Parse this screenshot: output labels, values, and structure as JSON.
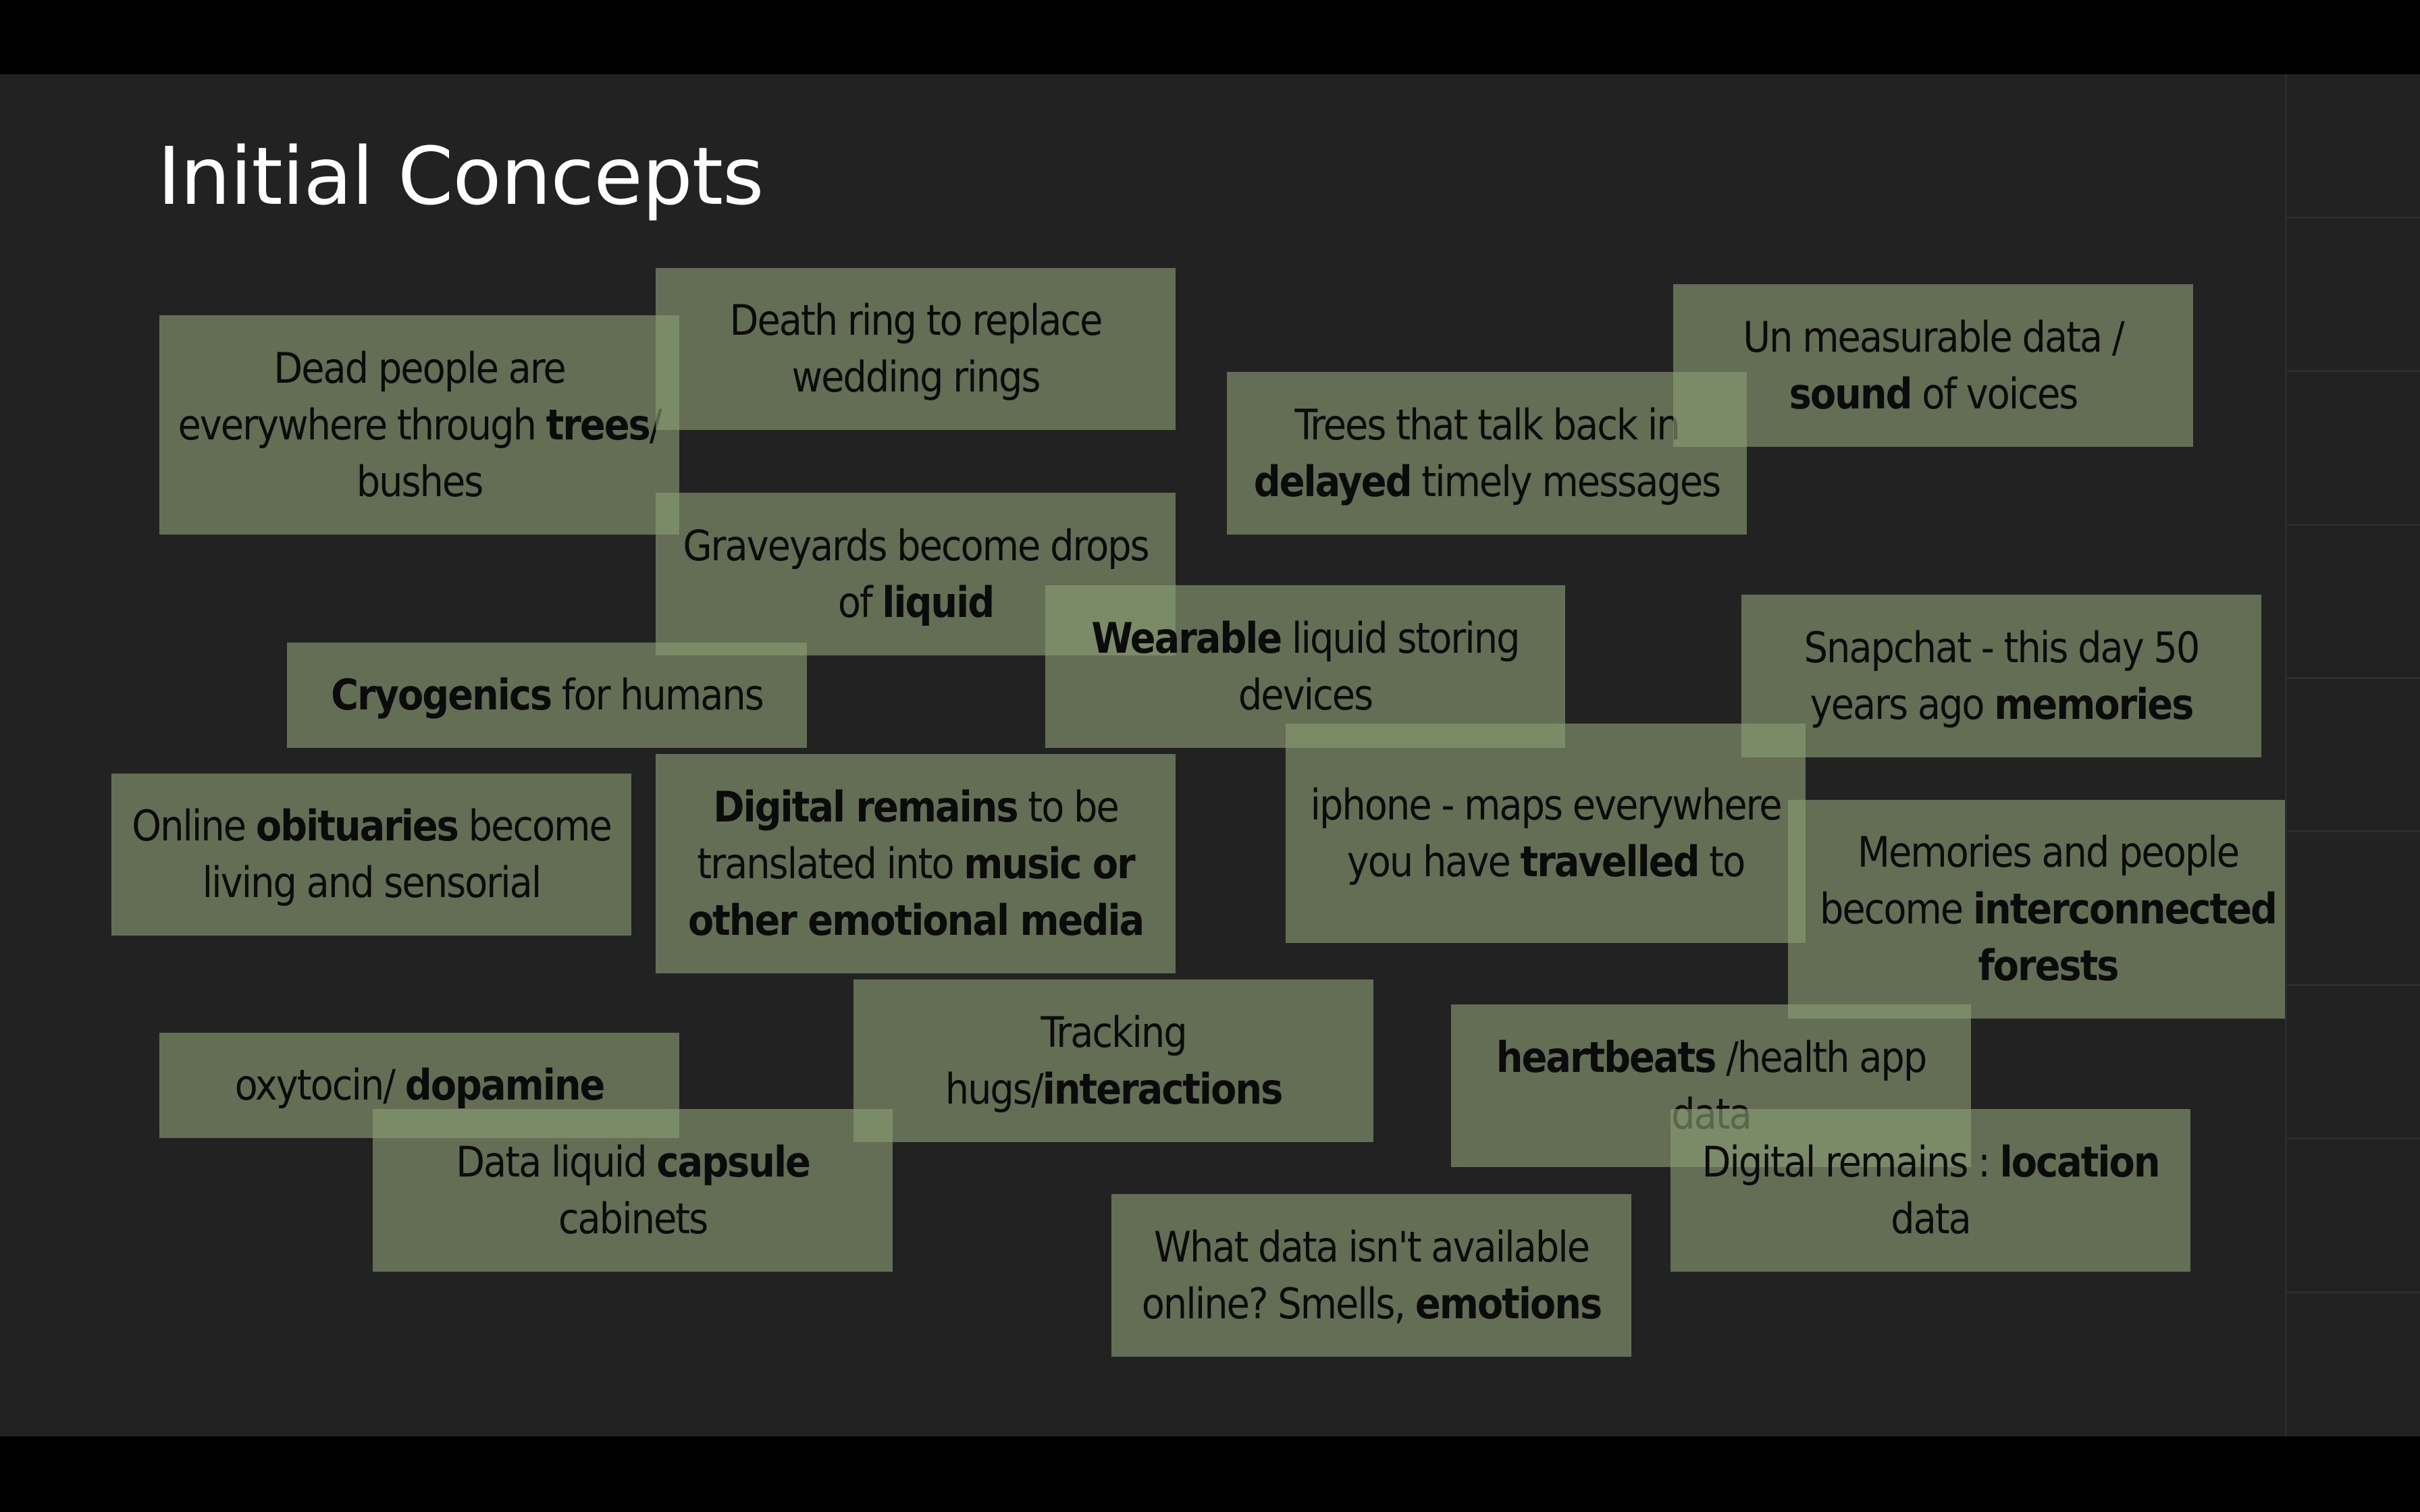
{
  "slide": {
    "title": "Initial Concepts"
  },
  "notes": [
    {
      "id": "dead-people-trees",
      "parts": [
        {
          "t": "Dead people are everywhere through "
        },
        {
          "t": "trees",
          "b": true
        },
        {
          "t": "/ bushes"
        }
      ]
    },
    {
      "id": "death-ring",
      "parts": [
        {
          "t": "Death ring to replace wedding rings"
        }
      ]
    },
    {
      "id": "trees-talk-back",
      "parts": [
        {
          "t": "Trees that talk back in "
        },
        {
          "t": "delayed",
          "b": true
        },
        {
          "t": " timely messages"
        }
      ]
    },
    {
      "id": "unmeasurable-data",
      "parts": [
        {
          "t": "Un measurable data / "
        },
        {
          "t": "sound",
          "b": true
        },
        {
          "t": " of voices"
        }
      ]
    },
    {
      "id": "graveyards-liquid",
      "parts": [
        {
          "t": "Graveyards become drops of "
        },
        {
          "t": "liquid",
          "b": true
        }
      ]
    },
    {
      "id": "cryogenics",
      "parts": [
        {
          "t": "Cryogenics",
          "b": true
        },
        {
          "t": " for humans"
        }
      ]
    },
    {
      "id": "wearable-liquid",
      "parts": [
        {
          "t": "Wearable",
          "b": true
        },
        {
          "t": " liquid storing devices"
        }
      ]
    },
    {
      "id": "snapchat-memories",
      "parts": [
        {
          "t": "Snapchat - this day 50 years ago "
        },
        {
          "t": "memories",
          "b": true
        }
      ]
    },
    {
      "id": "online-obituaries",
      "parts": [
        {
          "t": "Online "
        },
        {
          "t": "obituaries",
          "b": true
        },
        {
          "t": " become living and sensorial"
        }
      ]
    },
    {
      "id": "digital-remains-music",
      "parts": [
        {
          "t": "Digital remains",
          "b": true
        },
        {
          "t": " to be translated into "
        },
        {
          "t": "music or other emotional media",
          "b": true
        }
      ]
    },
    {
      "id": "iphone-maps",
      "parts": [
        {
          "t": "iphone - maps everywhere you have "
        },
        {
          "t": "travelled",
          "b": true
        },
        {
          "t": " to"
        }
      ]
    },
    {
      "id": "interconnected-forests",
      "parts": [
        {
          "t": "Memories and people become "
        },
        {
          "t": "interconnected forests",
          "b": true
        }
      ]
    },
    {
      "id": "oxytocin-dopamine",
      "parts": [
        {
          "t": "oxytocin/ "
        },
        {
          "t": "dopamine",
          "b": true
        }
      ]
    },
    {
      "id": "tracking-hugs",
      "parts": [
        {
          "t": "Tracking hugs/"
        },
        {
          "t": "interactions",
          "b": true
        }
      ]
    },
    {
      "id": "heartbeats",
      "parts": [
        {
          "t": "heartbeats",
          "b": true
        },
        {
          "t": " /health app data"
        }
      ]
    },
    {
      "id": "data-liquid-capsule",
      "parts": [
        {
          "t": "Data liquid "
        },
        {
          "t": "capsule",
          "b": true
        },
        {
          "t": " cabinets"
        }
      ]
    },
    {
      "id": "digital-remains-location",
      "parts": [
        {
          "t": "Digital remains : "
        },
        {
          "t": "location",
          "b": true
        },
        {
          "t": " data"
        }
      ]
    },
    {
      "id": "data-not-online",
      "parts": [
        {
          "t": "What data isn't available online? Smells, "
        },
        {
          "t": "emotions",
          "b": true
        }
      ]
    }
  ]
}
